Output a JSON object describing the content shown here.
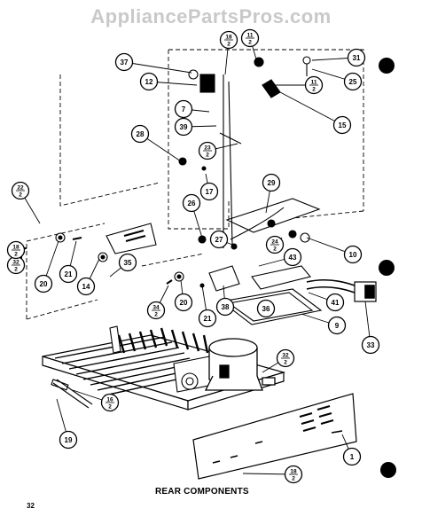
{
  "watermark": "AppliancePartsPros.com",
  "caption": "REAR COMPONENTS",
  "page_number": "32",
  "callouts": [
    {
      "id": "37",
      "label": "37",
      "fraction": false
    },
    {
      "id": "12",
      "label": "12",
      "fraction": false
    },
    {
      "id": "18-2-top",
      "label": "18/2",
      "fraction": true,
      "top": "18",
      "bottom": "2"
    },
    {
      "id": "11-2-top",
      "label": "11/2",
      "fraction": true,
      "top": "11",
      "bottom": "2"
    },
    {
      "id": "31",
      "label": "31",
      "fraction": false
    },
    {
      "id": "25",
      "label": "25",
      "fraction": false
    },
    {
      "id": "11-2-right",
      "label": "11/2",
      "fraction": true,
      "top": "11",
      "bottom": "2"
    },
    {
      "id": "7",
      "label": "7",
      "fraction": false
    },
    {
      "id": "15",
      "label": "15",
      "fraction": false
    },
    {
      "id": "39",
      "label": "39",
      "fraction": false
    },
    {
      "id": "28",
      "label": "28",
      "fraction": false
    },
    {
      "id": "23-2-mid",
      "label": "23/2",
      "fraction": true,
      "top": "23",
      "bottom": "2"
    },
    {
      "id": "17",
      "label": "17",
      "fraction": false
    },
    {
      "id": "22-2-left",
      "label": "22/2",
      "fraction": true,
      "top": "22",
      "bottom": "2"
    },
    {
      "id": "29",
      "label": "29",
      "fraction": false
    },
    {
      "id": "26",
      "label": "26",
      "fraction": false
    },
    {
      "id": "24-2",
      "label": "24/2",
      "fraction": true,
      "top": "24",
      "bottom": "2"
    },
    {
      "id": "27",
      "label": "27",
      "fraction": false
    },
    {
      "id": "32-2-mid",
      "label": "32/2",
      "fraction": true,
      "top": "32",
      "bottom": "2"
    },
    {
      "id": "10",
      "label": "10",
      "fraction": false
    },
    {
      "id": "18-2-left",
      "label": "18/2",
      "fraction": true,
      "top": "18",
      "bottom": "2"
    },
    {
      "id": "20-left",
      "label": "20",
      "fraction": false
    },
    {
      "id": "21-left",
      "label": "21",
      "fraction": false
    },
    {
      "id": "14",
      "label": "14",
      "fraction": false
    },
    {
      "id": "35",
      "label": "35",
      "fraction": false
    },
    {
      "id": "43",
      "label": "43",
      "fraction": false
    },
    {
      "id": "38",
      "label": "38",
      "fraction": false
    },
    {
      "id": "36",
      "label": "36",
      "fraction": false
    },
    {
      "id": "34-2",
      "label": "34/2",
      "fraction": true,
      "top": "34",
      "bottom": "2"
    },
    {
      "id": "20-mid",
      "label": "20",
      "fraction": false
    },
    {
      "id": "21-mid",
      "label": "21",
      "fraction": false
    },
    {
      "id": "41",
      "label": "41",
      "fraction": false
    },
    {
      "id": "9",
      "label": "9",
      "fraction": false
    },
    {
      "id": "33",
      "label": "33",
      "fraction": false
    },
    {
      "id": "32-2-bottom",
      "label": "32/2",
      "fraction": true,
      "top": "32",
      "bottom": "2"
    },
    {
      "id": "16-2",
      "label": "16/2",
      "fraction": true,
      "top": "16",
      "bottom": "2"
    },
    {
      "id": "19",
      "label": "19",
      "fraction": false
    },
    {
      "id": "1",
      "label": "1",
      "fraction": false
    },
    {
      "id": "18-2-bottom",
      "label": "18/2",
      "fraction": true,
      "top": "18",
      "bottom": "2"
    }
  ],
  "binding_holes": 3,
  "colors": {
    "ink": "#000000",
    "paper": "#ffffff",
    "watermark": "#c9c9c9"
  }
}
